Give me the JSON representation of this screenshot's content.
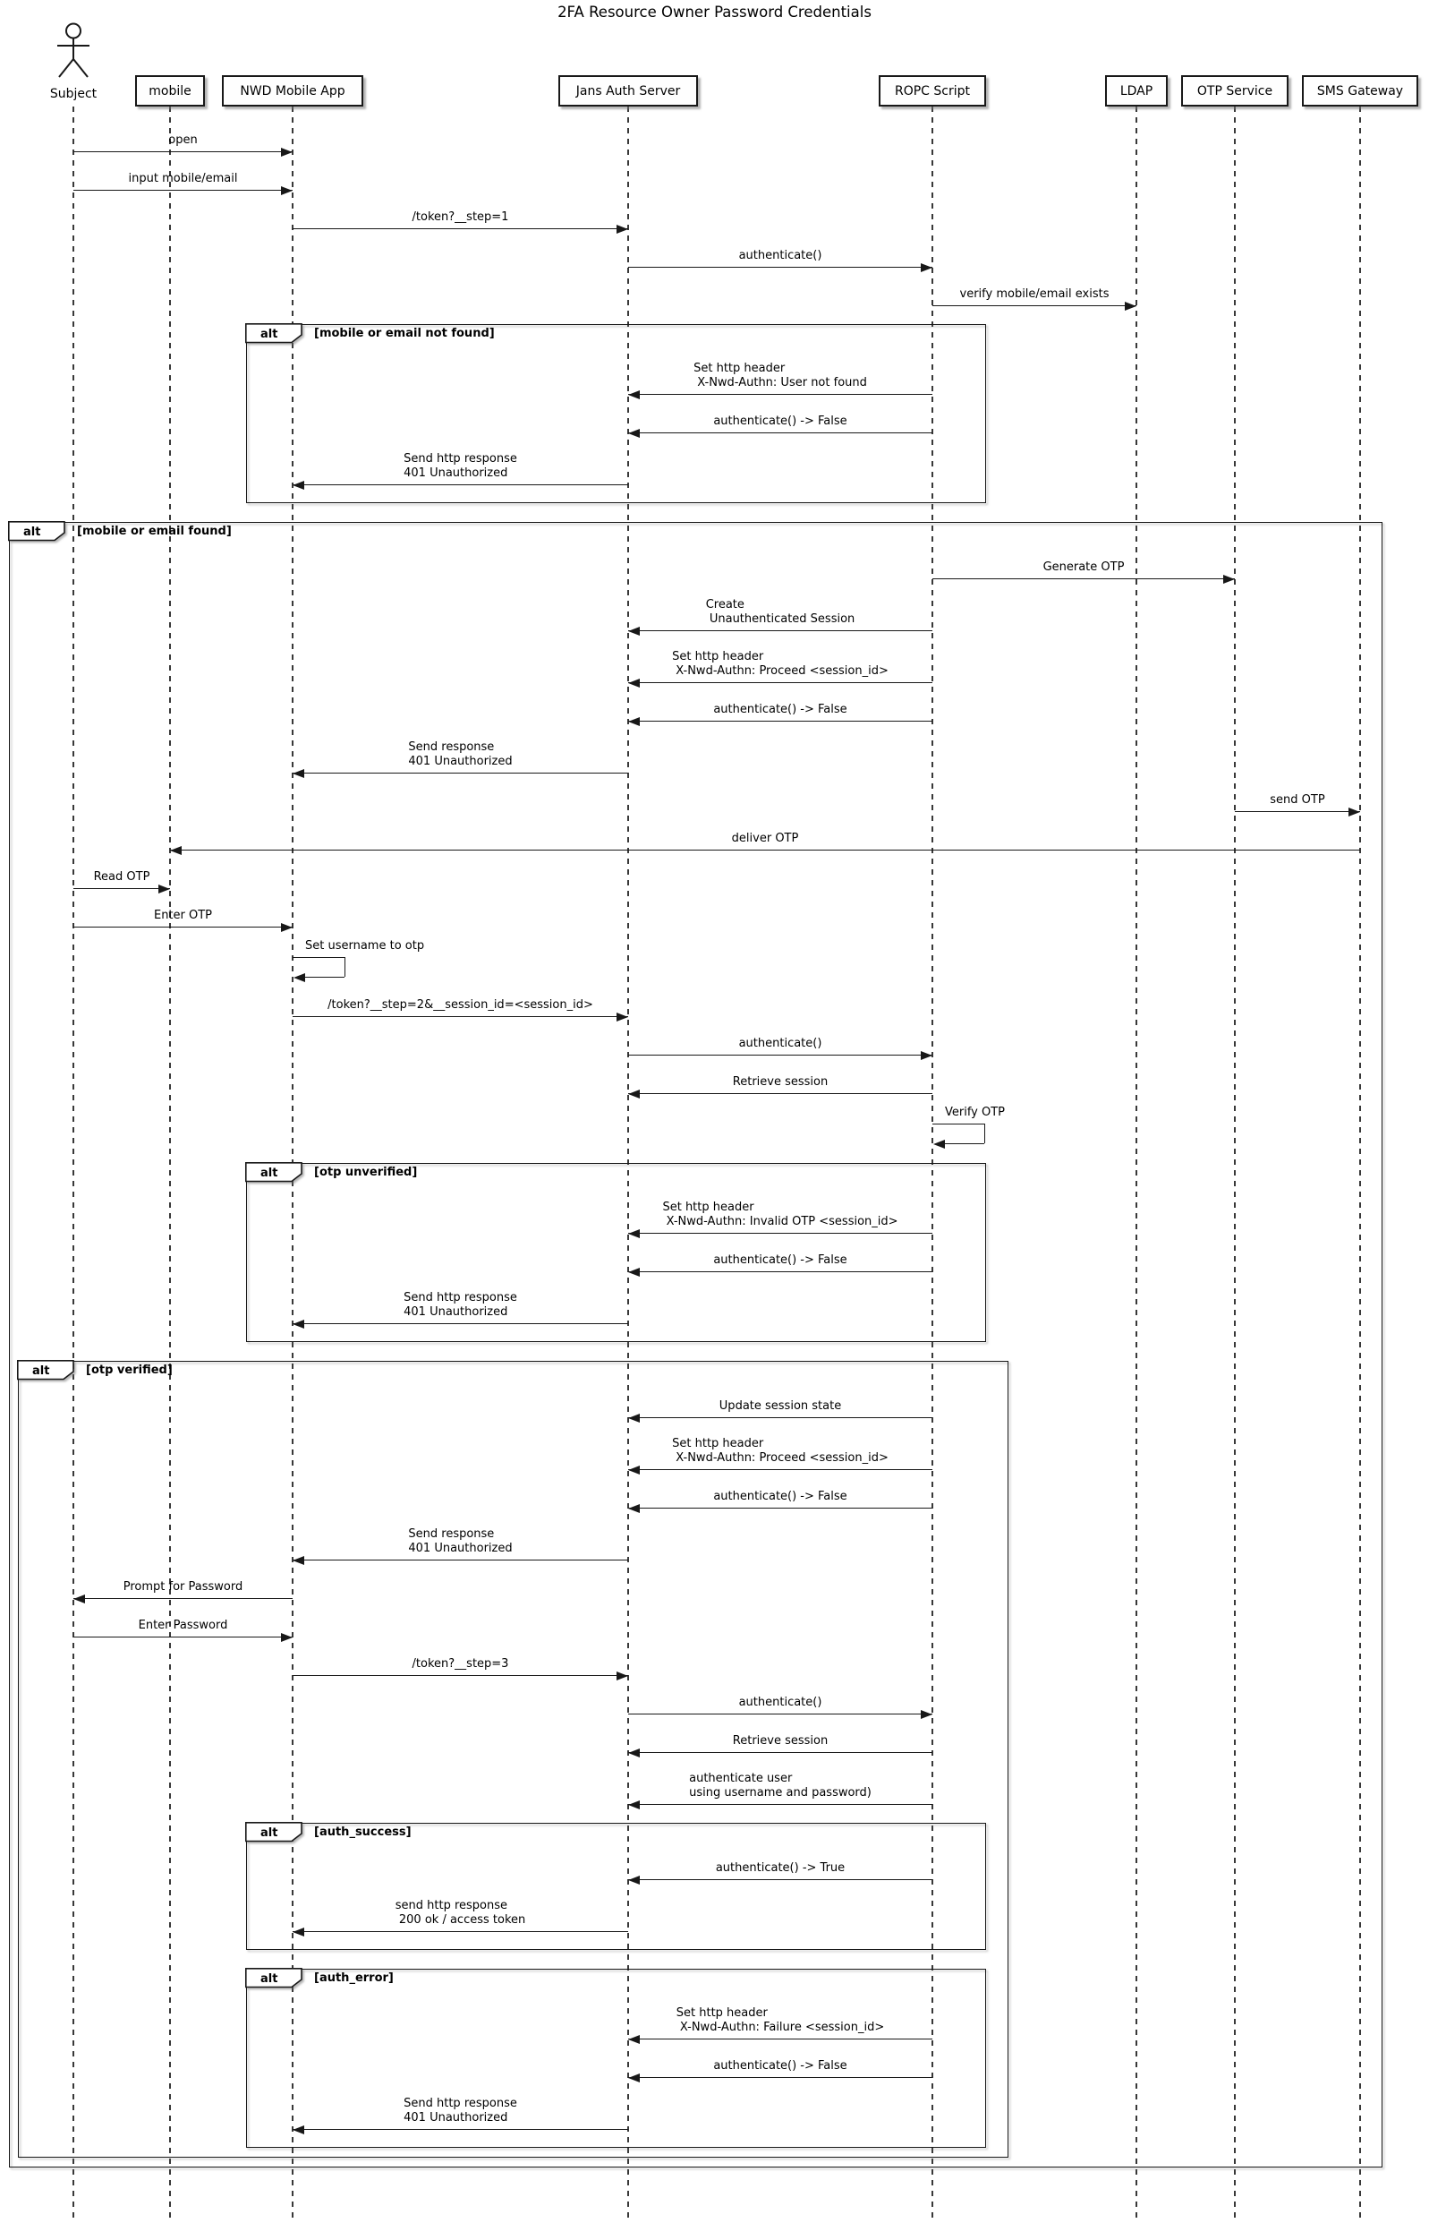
{
  "title": "2FA Resource Owner Password Credentials",
  "colors": {
    "line": "#181818",
    "background": "#ffffff"
  },
  "participants": [
    {
      "name": "Subject",
      "kind": "actor"
    },
    {
      "name": "mobile",
      "kind": "participant"
    },
    {
      "name": "NWD Mobile App",
      "kind": "participant"
    },
    {
      "name": "Jans Auth Server",
      "kind": "participant"
    },
    {
      "name": "ROPC Script",
      "kind": "participant"
    },
    {
      "name": "LDAP",
      "kind": "participant"
    },
    {
      "name": "OTP Service",
      "kind": "participant"
    },
    {
      "name": "SMS Gateway",
      "kind": "participant"
    }
  ],
  "events": [
    {
      "type": "msg",
      "from": 0,
      "to": 2,
      "label": "open"
    },
    {
      "type": "msg",
      "from": 0,
      "to": 2,
      "label": "input mobile/email"
    },
    {
      "type": "msg",
      "from": 2,
      "to": 3,
      "label": "/token?__step=1"
    },
    {
      "type": "msg",
      "from": 3,
      "to": 4,
      "label": "authenticate()"
    },
    {
      "type": "msg",
      "from": 4,
      "to": 5,
      "label": "verify mobile/email exists"
    },
    {
      "type": "alt_start",
      "operator": "alt",
      "guard": "[mobile or email not found]"
    },
    {
      "type": "msg",
      "from": 4,
      "to": 3,
      "label": "Set http header\n X-Nwd-Authn: User not found"
    },
    {
      "type": "msg",
      "from": 4,
      "to": 3,
      "label": "authenticate() -> False"
    },
    {
      "type": "msg",
      "from": 3,
      "to": 2,
      "label": "Send http response\n401 Unauthorized"
    },
    {
      "type": "alt_end"
    },
    {
      "type": "alt_start",
      "operator": "alt",
      "guard": "[mobile or email found]"
    },
    {
      "type": "msg",
      "from": 4,
      "to": 6,
      "label": "Generate OTP"
    },
    {
      "type": "msg",
      "from": 4,
      "to": 3,
      "label": "Create\n Unauthenticated Session"
    },
    {
      "type": "msg",
      "from": 4,
      "to": 3,
      "label": "Set http header\n X-Nwd-Authn: Proceed <session_id>"
    },
    {
      "type": "msg",
      "from": 4,
      "to": 3,
      "label": "authenticate() -> False"
    },
    {
      "type": "msg",
      "from": 3,
      "to": 2,
      "label": "Send response\n401 Unauthorized"
    },
    {
      "type": "msg",
      "from": 6,
      "to": 7,
      "label": "send OTP"
    },
    {
      "type": "msg",
      "from": 7,
      "to": 1,
      "label": "deliver OTP"
    },
    {
      "type": "msg",
      "from": 0,
      "to": 1,
      "label": "Read OTP"
    },
    {
      "type": "msg",
      "from": 0,
      "to": 2,
      "label": "Enter OTP"
    },
    {
      "type": "self",
      "p": 2,
      "label": "Set username to otp"
    },
    {
      "type": "msg",
      "from": 2,
      "to": 3,
      "label": "/token?__step=2&__session_id=<session_id>"
    },
    {
      "type": "msg",
      "from": 3,
      "to": 4,
      "label": "authenticate()"
    },
    {
      "type": "msg",
      "from": 4,
      "to": 3,
      "label": "Retrieve session"
    },
    {
      "type": "self",
      "p": 4,
      "label": "Verify OTP"
    },
    {
      "type": "alt_start",
      "operator": "alt",
      "guard": "[otp unverified]"
    },
    {
      "type": "msg",
      "from": 4,
      "to": 3,
      "label": "Set http header\n X-Nwd-Authn: Invalid OTP <session_id>"
    },
    {
      "type": "msg",
      "from": 4,
      "to": 3,
      "label": "authenticate() -> False"
    },
    {
      "type": "msg",
      "from": 3,
      "to": 2,
      "label": "Send http response\n401 Unauthorized"
    },
    {
      "type": "alt_end"
    },
    {
      "type": "alt_start",
      "operator": "alt",
      "guard": "[otp verified]"
    },
    {
      "type": "msg",
      "from": 4,
      "to": 3,
      "label": "Update session state"
    },
    {
      "type": "msg",
      "from": 4,
      "to": 3,
      "label": "Set http header\n X-Nwd-Authn: Proceed <session_id>"
    },
    {
      "type": "msg",
      "from": 4,
      "to": 3,
      "label": "authenticate() -> False"
    },
    {
      "type": "msg",
      "from": 3,
      "to": 2,
      "label": "Send response\n401 Unauthorized"
    },
    {
      "type": "msg",
      "from": 2,
      "to": 0,
      "label": "Prompt for Password"
    },
    {
      "type": "msg",
      "from": 0,
      "to": 2,
      "label": "Enter Password"
    },
    {
      "type": "msg",
      "from": 2,
      "to": 3,
      "label": "/token?__step=3"
    },
    {
      "type": "msg",
      "from": 3,
      "to": 4,
      "label": "authenticate()"
    },
    {
      "type": "msg",
      "from": 4,
      "to": 3,
      "label": "Retrieve session"
    },
    {
      "type": "msg",
      "from": 4,
      "to": 3,
      "label": "authenticate user\nusing username and password)"
    },
    {
      "type": "alt_start",
      "operator": "alt",
      "guard": "[auth_success]"
    },
    {
      "type": "msg",
      "from": 4,
      "to": 3,
      "label": "authenticate() -> True"
    },
    {
      "type": "msg",
      "from": 3,
      "to": 2,
      "label": "send http response\n 200 ok / access token"
    },
    {
      "type": "alt_end"
    },
    {
      "type": "alt_start",
      "operator": "alt",
      "guard": "[auth_error]"
    },
    {
      "type": "msg",
      "from": 4,
      "to": 3,
      "label": "Set http header\n X-Nwd-Authn: Failure <session_id>"
    },
    {
      "type": "msg",
      "from": 4,
      "to": 3,
      "label": "authenticate() -> False"
    },
    {
      "type": "msg",
      "from": 3,
      "to": 2,
      "label": "Send http response\n401 Unauthorized"
    },
    {
      "type": "alt_end"
    },
    {
      "type": "alt_end"
    },
    {
      "type": "alt_end"
    }
  ]
}
